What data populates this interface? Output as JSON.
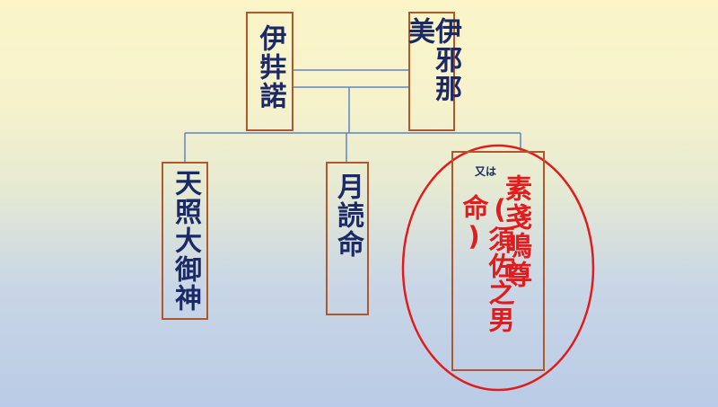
{
  "diagram": {
    "parents": {
      "left": "伊弉諾",
      "right": "伊邪那美"
    },
    "children": [
      {
        "name": "天照大御神"
      },
      {
        "name": "月読命"
      },
      {
        "name": "素戔鳴尊",
        "note": "又は",
        "alt_name": "(須佐之男命)"
      }
    ],
    "colors": {
      "text": "#1b2a66",
      "highlight_text": "#e21c1c",
      "box_border": "#b0582a",
      "line": "#5d86bf",
      "circle": "#e21c1c"
    }
  }
}
